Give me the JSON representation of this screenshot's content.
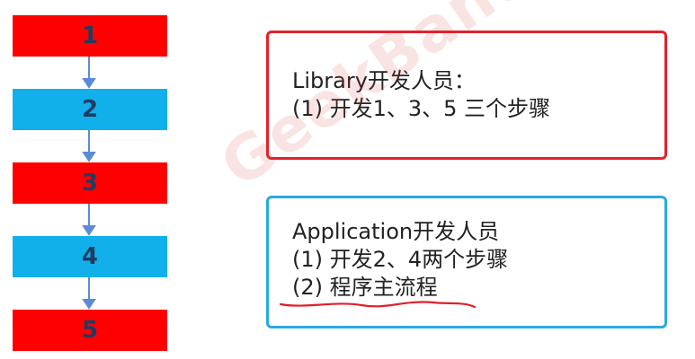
{
  "steps": [
    {
      "label": "1",
      "color": "#ff0000"
    },
    {
      "label": "2",
      "color": "#12b0ea"
    },
    {
      "label": "3",
      "color": "#ff0000"
    },
    {
      "label": "4",
      "color": "#12b0ea"
    },
    {
      "label": "5",
      "color": "#ff0000"
    }
  ],
  "library_box": {
    "title": "Library开发人员：",
    "lines": [
      "(1) 开发1、3、5 三个步骤"
    ],
    "border_color": "#e4202a"
  },
  "application_box": {
    "title": "Application开发人员",
    "lines": [
      "(1) 开发2、4两个步骤",
      "(2) 程序主流程"
    ],
    "border_color": "#2aaade",
    "underline_color": "#e0202a"
  },
  "watermark": "GeekBand",
  "arrow_color": "#5b8bd6"
}
